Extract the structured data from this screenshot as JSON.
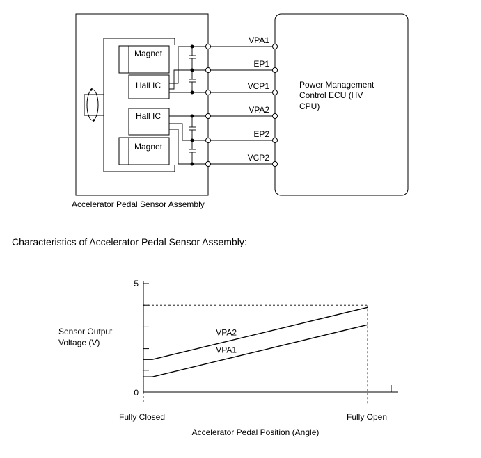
{
  "circuit": {
    "magnet_label": "Magnet",
    "hall_ic_label": "Hall IC",
    "ecu_label_lines": [
      "Power Management",
      "Control ECU (HV",
      "CPU)"
    ],
    "assembly_label": "Accelerator Pedal Sensor Assembly",
    "wires": [
      "VPA1",
      "EP1",
      "VCP1",
      "VPA2",
      "EP2",
      "VCP2"
    ]
  },
  "characteristics_heading": "Characteristics of Accelerator Pedal Sensor Assembly:",
  "chart_data": {
    "type": "line",
    "ylabel_lines": [
      "Sensor Output",
      "Voltage (V)"
    ],
    "xlabel": "Accelerator Pedal Position (Angle)",
    "x_tick_labels": [
      "Fully Closed",
      "Fully Open"
    ],
    "y_tick_labels": [
      "0",
      "5"
    ],
    "ylim": [
      0,
      5
    ],
    "xlim": [
      0,
      1
    ],
    "series": [
      {
        "name": "VPA2",
        "x": [
          0,
          0.04,
          1
        ],
        "y": [
          1.5,
          1.5,
          3.9
        ]
      },
      {
        "name": "VPA1",
        "x": [
          0,
          0.04,
          1
        ],
        "y": [
          0.7,
          0.7,
          3.1
        ]
      }
    ],
    "reference_level": 4
  }
}
